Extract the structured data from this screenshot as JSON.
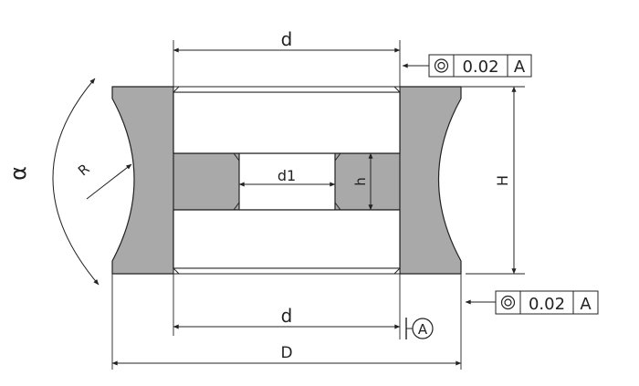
{
  "drawing": {
    "labels": {
      "d_top": "d",
      "d_bottom": "d",
      "d1": "d1",
      "h": "h",
      "H": "H",
      "D": "D",
      "R": "R",
      "alpha": "α",
      "datum": "A"
    },
    "tolerance_top": {
      "symbol": "concentricity-icon",
      "value": "0.02",
      "datum": "A"
    },
    "tolerance_bottom": {
      "symbol": "concentricity-icon",
      "value": "0.02",
      "datum": "A"
    },
    "colors": {
      "section_fill": "#a9a9a9",
      "line": "#222222",
      "background": "#ffffff"
    }
  }
}
